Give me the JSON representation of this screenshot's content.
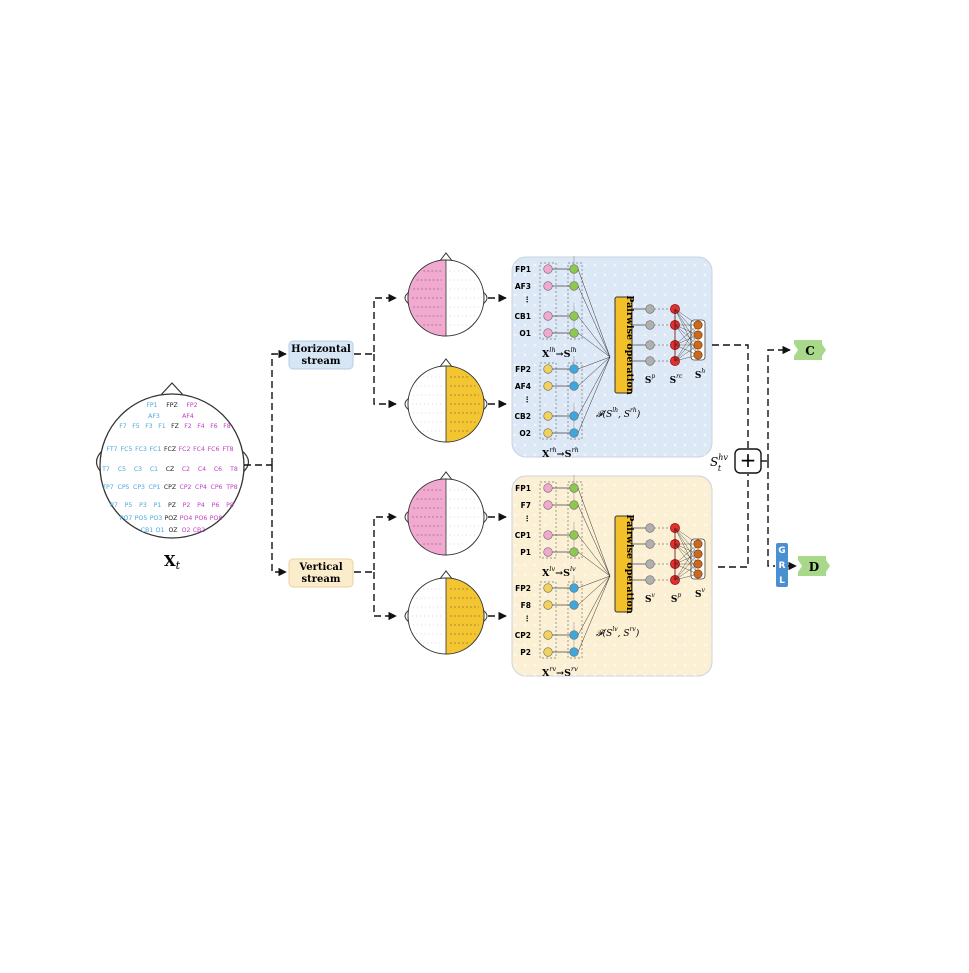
{
  "head": {
    "label": "X",
    "subscript": "t",
    "electrodes": [
      {
        "t": "FP1",
        "c": "#4aa8d8"
      },
      {
        "t": "FPZ",
        "c": "#222222"
      },
      {
        "t": "FP2",
        "c": "#c040c0"
      },
      {
        "t": "AF3",
        "c": "#4aa8d8"
      },
      {
        "t": "AF4",
        "c": "#c040c0"
      },
      {
        "t": "F7",
        "c": "#4aa8d8"
      },
      {
        "t": "F5",
        "c": "#4aa8d8"
      },
      {
        "t": "F3",
        "c": "#4aa8d8"
      },
      {
        "t": "F1",
        "c": "#4aa8d8"
      },
      {
        "t": "FZ",
        "c": "#222222"
      },
      {
        "t": "F2",
        "c": "#c040c0"
      },
      {
        "t": "F4",
        "c": "#c040c0"
      },
      {
        "t": "F6",
        "c": "#c040c0"
      },
      {
        "t": "F8",
        "c": "#c040c0"
      },
      {
        "t": "FT7",
        "c": "#4aa8d8"
      },
      {
        "t": "FC5",
        "c": "#4aa8d8"
      },
      {
        "t": "FC3",
        "c": "#4aa8d8"
      },
      {
        "t": "FC1",
        "c": "#4aa8d8"
      },
      {
        "t": "FCZ",
        "c": "#222222"
      },
      {
        "t": "FC2",
        "c": "#c040c0"
      },
      {
        "t": "FC4",
        "c": "#c040c0"
      },
      {
        "t": "FC6",
        "c": "#c040c0"
      },
      {
        "t": "FT8",
        "c": "#c040c0"
      },
      {
        "t": "T7",
        "c": "#4aa8d8"
      },
      {
        "t": "C5",
        "c": "#4aa8d8"
      },
      {
        "t": "C3",
        "c": "#4aa8d8"
      },
      {
        "t": "C1",
        "c": "#4aa8d8"
      },
      {
        "t": "CZ",
        "c": "#222222"
      },
      {
        "t": "C2",
        "c": "#c040c0"
      },
      {
        "t": "C4",
        "c": "#c040c0"
      },
      {
        "t": "C6",
        "c": "#c040c0"
      },
      {
        "t": "T8",
        "c": "#c040c0"
      },
      {
        "t": "TP7",
        "c": "#4aa8d8"
      },
      {
        "t": "CP5",
        "c": "#4aa8d8"
      },
      {
        "t": "CP3",
        "c": "#4aa8d8"
      },
      {
        "t": "CP1",
        "c": "#4aa8d8"
      },
      {
        "t": "CPZ",
        "c": "#222222"
      },
      {
        "t": "CP2",
        "c": "#c040c0"
      },
      {
        "t": "CP4",
        "c": "#c040c0"
      },
      {
        "t": "CP6",
        "c": "#c040c0"
      },
      {
        "t": "TP8",
        "c": "#c040c0"
      },
      {
        "t": "P7",
        "c": "#4aa8d8"
      },
      {
        "t": "P5",
        "c": "#4aa8d8"
      },
      {
        "t": "P3",
        "c": "#4aa8d8"
      },
      {
        "t": "P1",
        "c": "#4aa8d8"
      },
      {
        "t": "PZ",
        "c": "#222222"
      },
      {
        "t": "P2",
        "c": "#c040c0"
      },
      {
        "t": "P4",
        "c": "#c040c0"
      },
      {
        "t": "P6",
        "c": "#c040c0"
      },
      {
        "t": "P8",
        "c": "#c040c0"
      },
      {
        "t": "PO7",
        "c": "#4aa8d8"
      },
      {
        "t": "PO5",
        "c": "#4aa8d8"
      },
      {
        "t": "PO3",
        "c": "#4aa8d8"
      },
      {
        "t": "POZ",
        "c": "#222222"
      },
      {
        "t": "PO4",
        "c": "#c040c0"
      },
      {
        "t": "PO6",
        "c": "#c040c0"
      },
      {
        "t": "PO8",
        "c": "#c040c0"
      },
      {
        "t": "CB1",
        "c": "#4aa8d8"
      },
      {
        "t": "O1",
        "c": "#4aa8d8"
      },
      {
        "t": "OZ",
        "c": "#222222"
      },
      {
        "t": "O2",
        "c": "#c040c0"
      },
      {
        "t": "CB2",
        "c": "#c040c0"
      }
    ]
  },
  "streams": {
    "horizontal": {
      "line1": "Horizontal",
      "line2": "stream",
      "color": "#d6e6f5"
    },
    "vertical": {
      "line1": "Vertical",
      "line2": "stream",
      "color": "#fbeccc"
    }
  },
  "panels": {
    "horizontal": {
      "bg": "#dce8f6",
      "group1": {
        "labels": [
          "FP1",
          "AF3",
          "⋮",
          "CB1",
          "O1"
        ],
        "node_color": "#f2a9cf",
        "node_color2": "#8fc84f",
        "caption": "X",
        "cap_sup": "lh",
        "arrow": "→S",
        "cap_sup2": "lh"
      },
      "group2": {
        "labels": [
          "FP2",
          "AF4",
          "⋮",
          "CB2",
          "O2"
        ],
        "node_color": "#f2d15c",
        "node_color2": "#3fa7e0",
        "caption": "X",
        "cap_sup": "rh",
        "arrow": "→S",
        "cap_sup2": "rh"
      },
      "operation": "Pairwise operation",
      "formula": "𝓕(S",
      "formula_a": "lh",
      "formula_b": "rh",
      "s_gray": "S",
      "s_gray_sup": "p",
      "s_red": "S",
      "s_red_sup": "rc",
      "s_out": "S",
      "s_out_sup": "h"
    },
    "vertical": {
      "bg": "#fbf0d3",
      "group1": {
        "labels": [
          "FP1",
          "F7",
          "⋮",
          "CP1",
          "P1"
        ],
        "node_color": "#f2a9cf",
        "node_color2": "#8fc84f",
        "caption": "X",
        "cap_sup": "lv",
        "arrow": "→S",
        "cap_sup2": "lv"
      },
      "group2": {
        "labels": [
          "FP2",
          "F8",
          "⋮",
          "CP2",
          "P2"
        ],
        "node_color": "#f2d15c",
        "node_color2": "#3fa7e0",
        "caption": "X",
        "cap_sup": "rv",
        "arrow": "→S",
        "cap_sup2": "rv"
      },
      "operation": "Pairwise operation",
      "formula": "𝓕(S",
      "formula_a": "lv",
      "formula_b": "rv",
      "s_gray": "S",
      "s_gray_sup": "v",
      "s_red": "S",
      "s_red_sup": "p",
      "s_out": "S",
      "s_out_sup": "v"
    }
  },
  "fusion": {
    "label": "S",
    "sup": "hv",
    "sub": "t",
    "symbol": "+"
  },
  "outputs": {
    "classifier": "C",
    "discriminator": "D",
    "grl": [
      "G",
      "R",
      "L"
    ],
    "c_color": "#a8d88a",
    "d_color": "#a8d88a",
    "grl_color": "#4a90d0"
  }
}
